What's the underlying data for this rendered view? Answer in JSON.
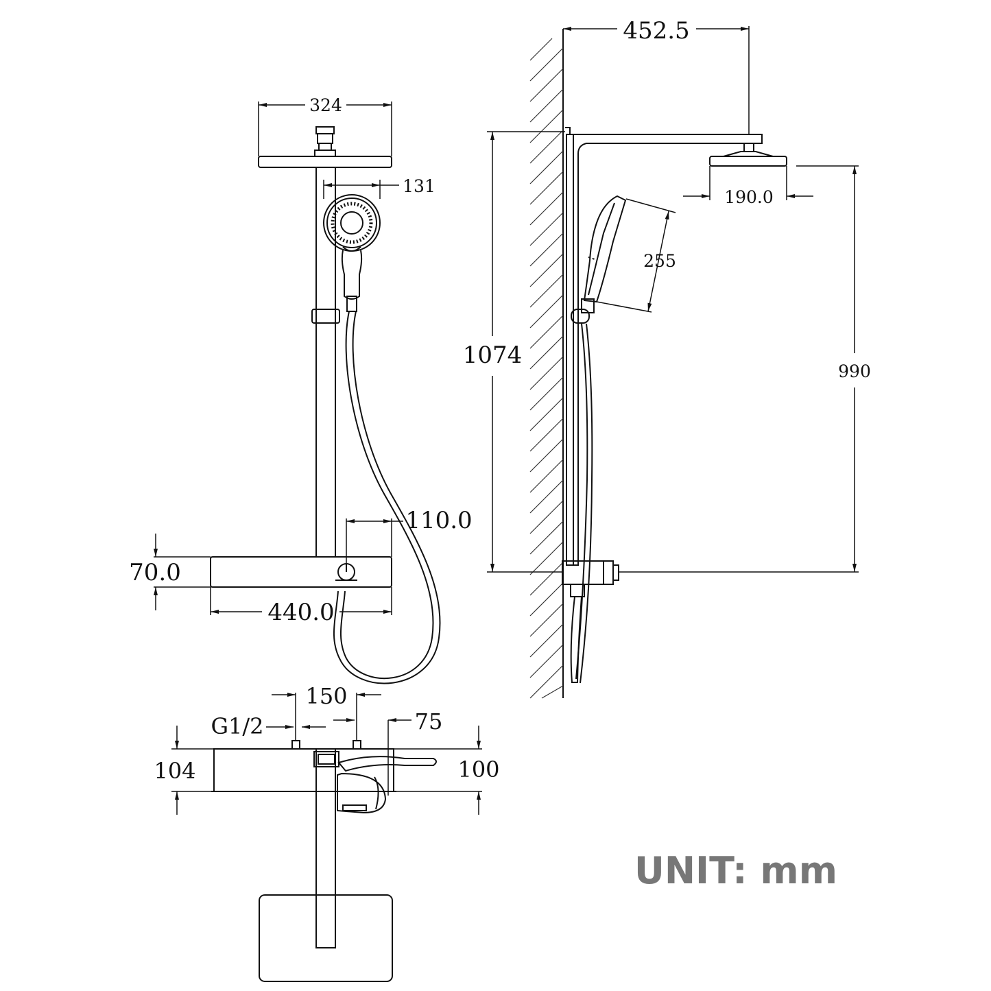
{
  "dimensions": {
    "front_head_width": "324",
    "front_handshower_diameter": "131",
    "front_knob_offset": "110.0",
    "front_shelf_height": "70.0",
    "front_shelf_width": "440.0",
    "side_arm_projection": "452.5",
    "side_head_diameter": "190.0",
    "side_handshower_length": "255",
    "side_total_height": "1074",
    "side_head_height": "990",
    "top_inlet_spacing": "150",
    "top_inlet_thread": "G1/2",
    "top_inlet_offset": "75",
    "top_depth_left": "104",
    "top_depth_right": "100"
  },
  "unit_label": "UNIT: mm",
  "colors": {
    "line": "#111111",
    "unit_text": "#777777"
  }
}
